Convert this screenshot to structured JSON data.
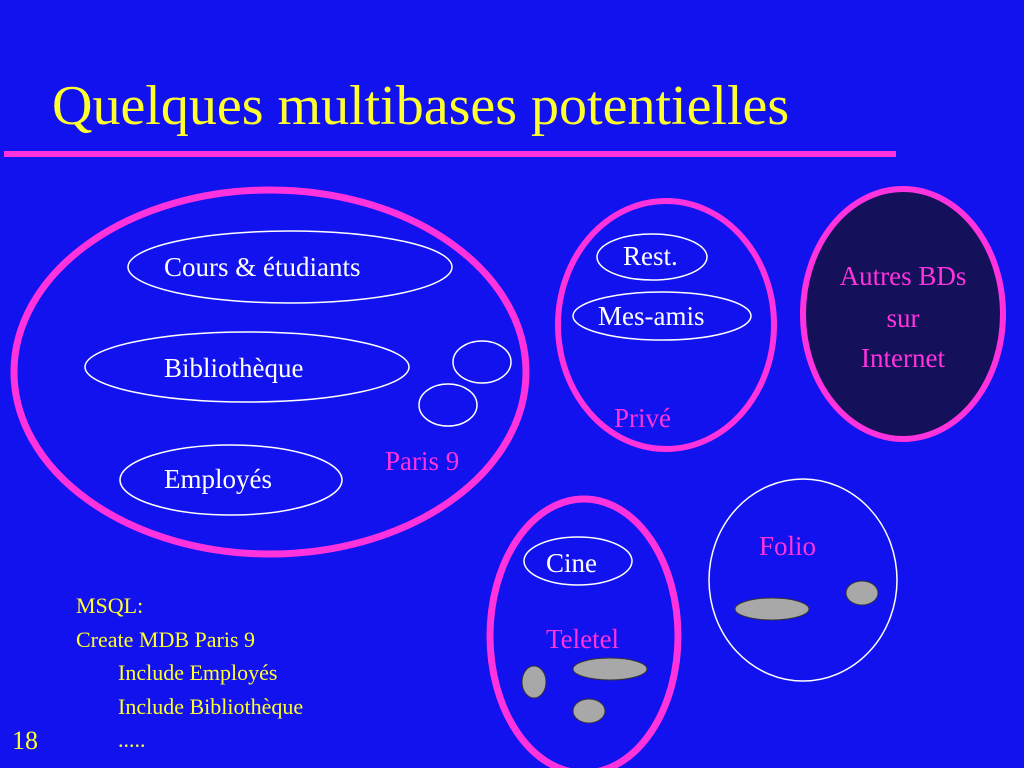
{
  "title": "Quelques multibases potentielles",
  "groups": {
    "paris9": {
      "label": "Paris 9",
      "databases": [
        "Cours  & étudiants",
        "Bibliothèque",
        "Employés"
      ]
    },
    "prive": {
      "label": "Privé",
      "databases": [
        "Rest.",
        "Mes-amis"
      ]
    },
    "internet": {
      "label_lines": [
        "Autres BDs",
        "sur",
        "Internet"
      ]
    },
    "teletel": {
      "label": "Teletel",
      "databases": [
        "Cine"
      ]
    },
    "folio": {
      "label": "Folio"
    }
  },
  "msql": {
    "lines": [
      "MSQL:",
      "Create MDB Paris 9",
      "Include Employés",
      "Include Bibliothèque",
      "....."
    ]
  },
  "page_number": "18",
  "colors": {
    "background": "#1212ee",
    "title": "#ffff2e",
    "accent": "#ff33dd",
    "database_outline": "#ffffff",
    "internet_fill": "#14105a",
    "unnamed_db_fill": "#a8a8a8"
  }
}
